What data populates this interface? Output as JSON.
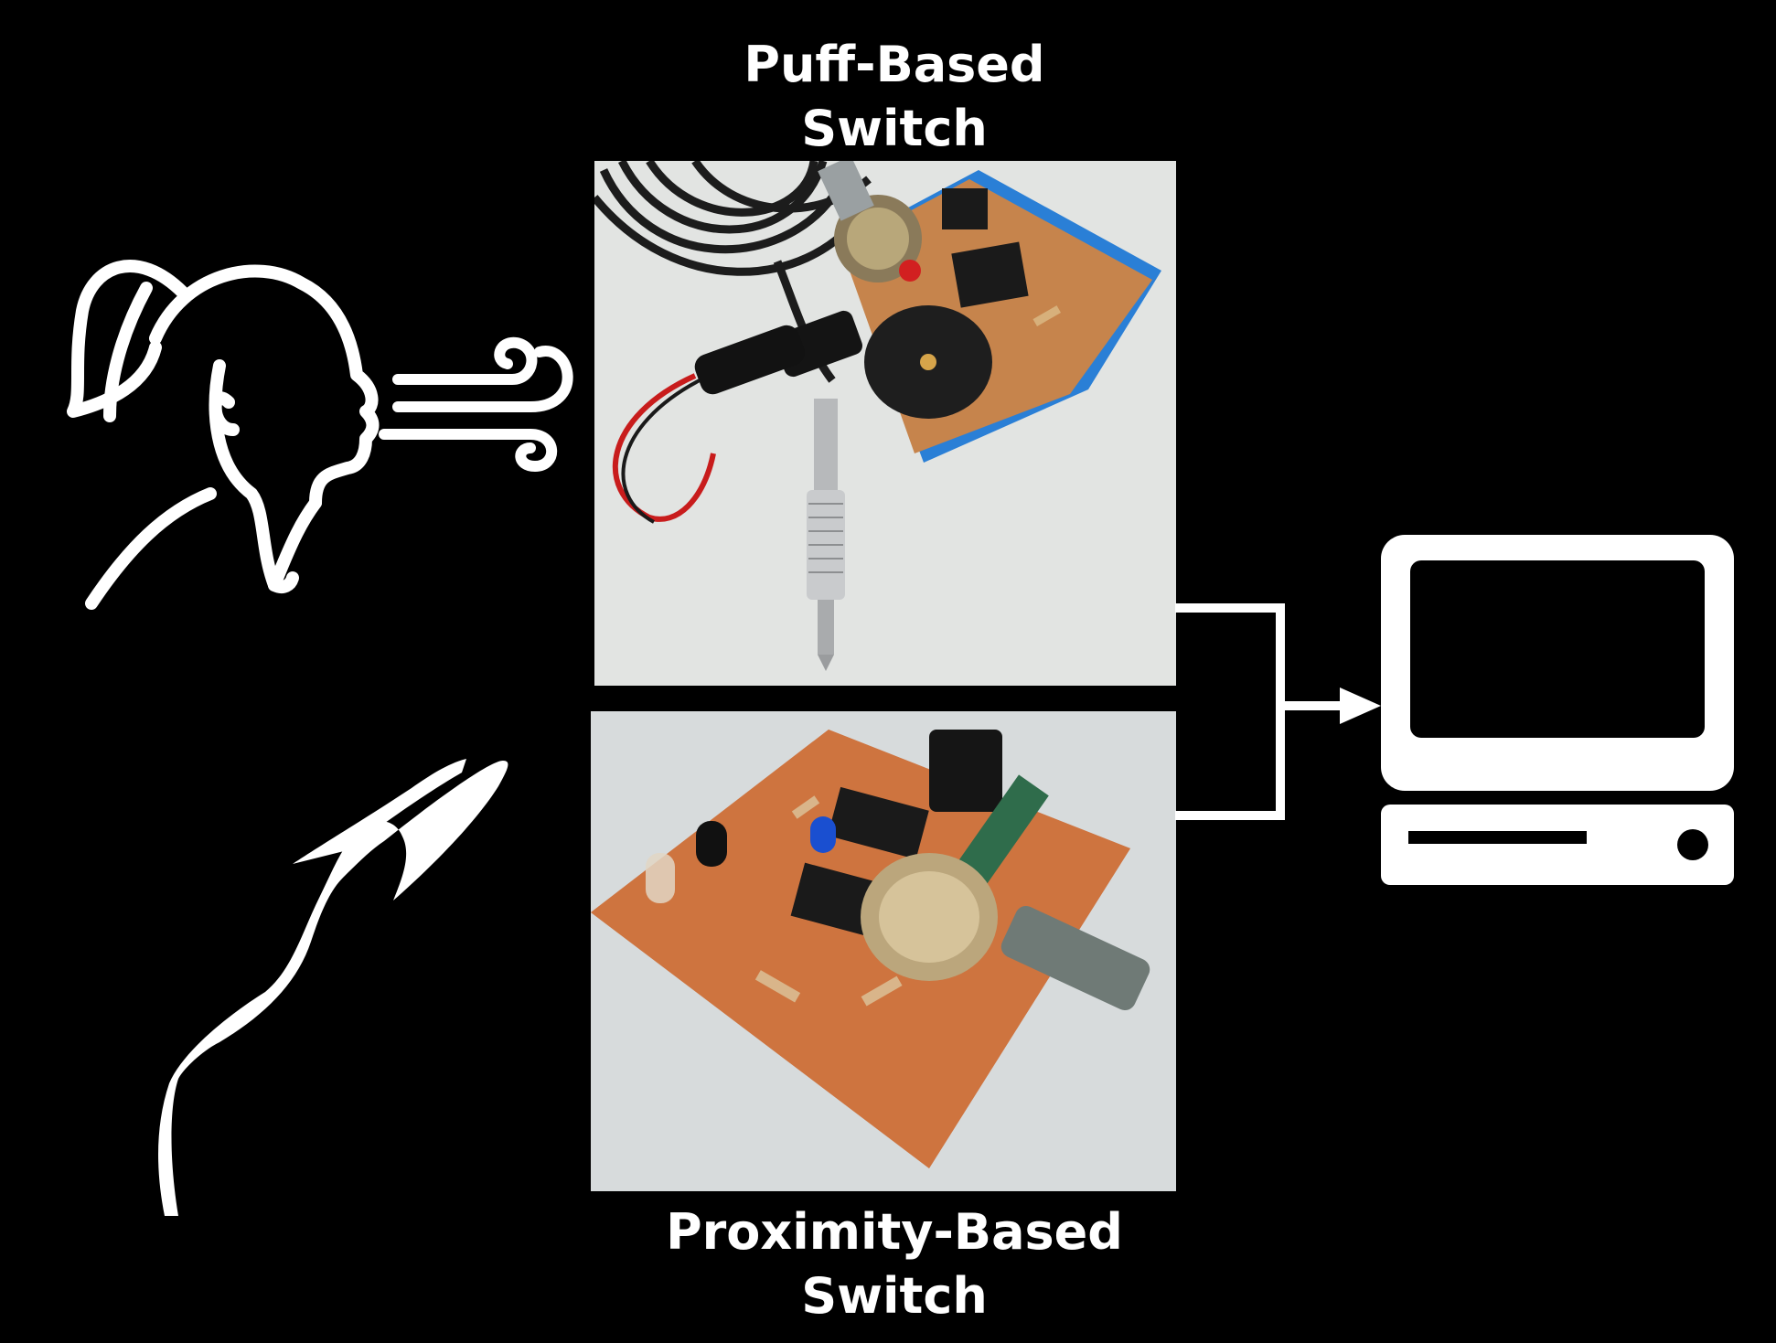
{
  "labels": {
    "puff_switch": [
      "Puff-Based",
      "Switch"
    ],
    "proximity_switch": [
      "Proximity-Based",
      "Switch"
    ]
  },
  "icons": {
    "person": "person-blowing-icon",
    "airflow": "wind-puff-icon",
    "hand": "hand-gesture-icon",
    "computer": "desktop-computer-icon"
  },
  "colors": {
    "background": "#000000",
    "foreground": "#ffffff",
    "pcb": "#c6844c",
    "tape": "#2a7fd6"
  }
}
